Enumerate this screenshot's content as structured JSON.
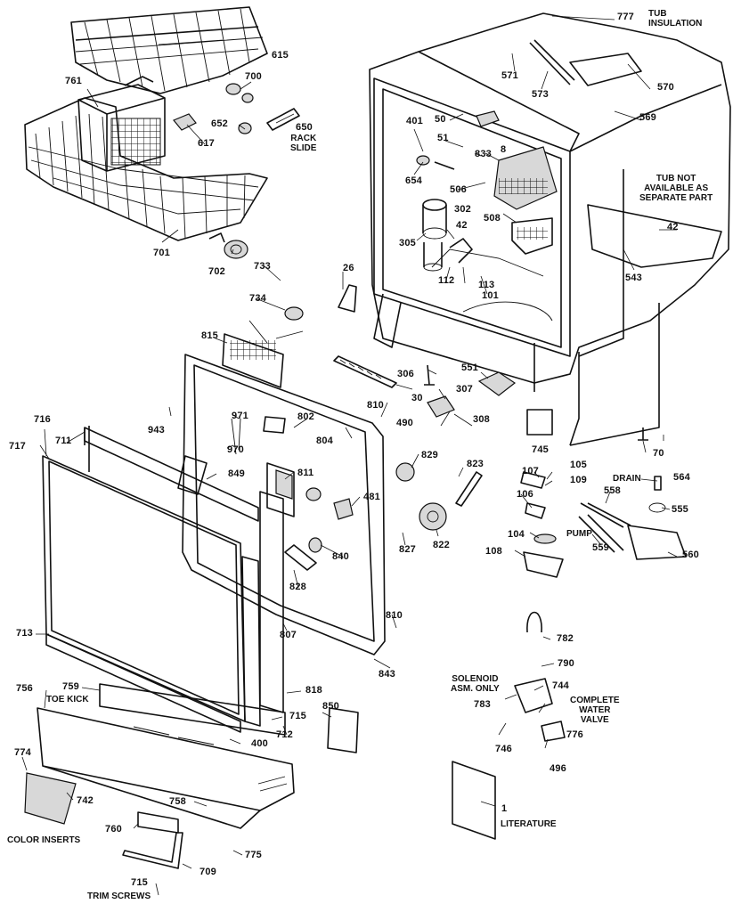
{
  "notes": {
    "tub_insulation": "TUB\nINSULATION",
    "tub_not_available": "TUB NOT\nAVAILABLE AS\nSEPARATE PART",
    "rack_slide": "RACK\nSLIDE",
    "drain": "DRAIN",
    "pump": "PUMP",
    "solenoid": "SOLENOID\nASM. ONLY",
    "water_valve": "COMPLETE\nWATER\nVALVE",
    "toe_kick": "TOE KICK",
    "color_inserts": "COLOR INSERTS",
    "trim_screws": "TRIM SCREWS",
    "literature": "LITERATURE"
  },
  "parts": {
    "p777": "777",
    "p615": "615",
    "p761": "761",
    "p700": "700",
    "p652": "652",
    "p617": "617",
    "p650": "650",
    "p571": "571",
    "p573": "573",
    "p570": "570",
    "p569": "569",
    "p401": "401",
    "p50": "50",
    "p51": "51",
    "p8": "8",
    "p833": "833",
    "p654": "654",
    "p506": "506",
    "p302": "302",
    "p42a": "42",
    "p508": "508",
    "p305": "305",
    "p42b": "42",
    "p543": "543",
    "p701": "701",
    "p702": "702",
    "p733": "733",
    "p26": "26",
    "p112": "112",
    "p113": "113",
    "p101": "101",
    "p734": "734",
    "p815": "815",
    "p306": "306",
    "p551": "551",
    "p30": "30",
    "p307": "307",
    "p716": "716",
    "p943": "943",
    "p971": "971",
    "p802": "802",
    "p810a": "810",
    "p490": "490",
    "p308": "308",
    "p745": "745",
    "p70": "70",
    "p717": "717",
    "p711": "711",
    "p970": "970",
    "p804": "804",
    "p849": "849",
    "p829": "829",
    "p823": "823",
    "p107": "107",
    "p105": "105",
    "p109": "109",
    "p564": "564",
    "p811": "811",
    "p481": "481",
    "p558": "558",
    "p106": "106",
    "p555": "555",
    "p104": "104",
    "p822": "822",
    "p827": "827",
    "p840": "840",
    "p559": "559",
    "p108": "108",
    "p560": "560",
    "p828": "828",
    "p713": "713",
    "p810b": "810",
    "p807": "807",
    "p782": "782",
    "p843": "843",
    "p790": "790",
    "p744": "744",
    "p756": "756",
    "p759": "759",
    "p818": "818",
    "p783": "783",
    "p850": "850",
    "p715a": "715",
    "p712": "712",
    "p776": "776",
    "p400": "400",
    "p746": "746",
    "p496": "496",
    "p774": "774",
    "p742": "742",
    "p758": "758",
    "p1": "1",
    "p760": "760",
    "p775": "775",
    "p709": "709",
    "p715b": "715"
  }
}
